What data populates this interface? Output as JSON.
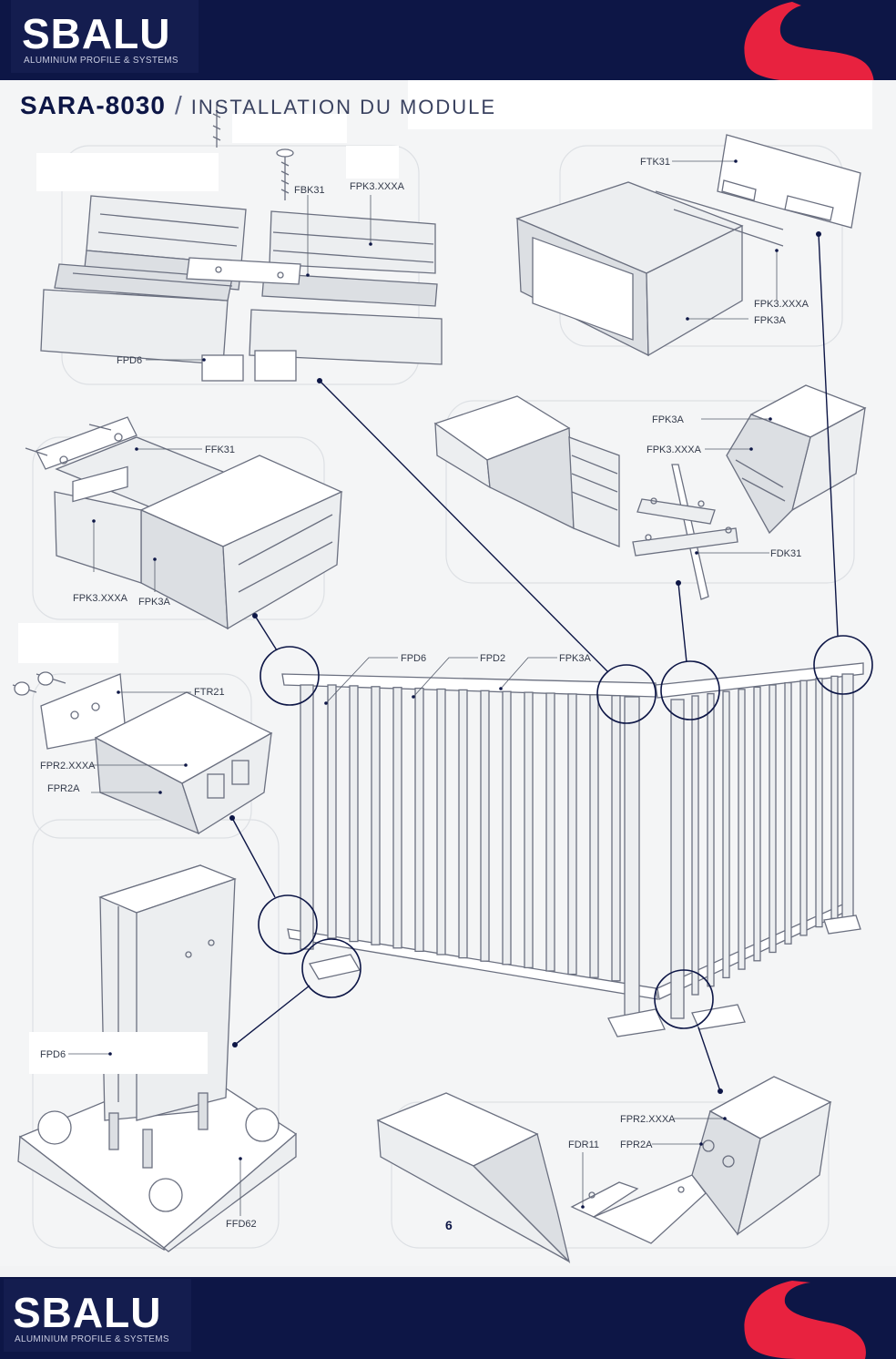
{
  "brand": {
    "name": "SBALU",
    "tagline": "ALUMINIUM PROFILE & SYSTEMS",
    "navy": "#0d1646",
    "red": "#e8223f"
  },
  "header": {
    "model": "SARA-8030",
    "separator": "/",
    "subtitle": "INSTALLATION DU MODULE"
  },
  "labels": {
    "fbk31": "FBK31",
    "fpk3xxxa": "FPK3.XXXA",
    "fpd6": "FPD6",
    "ftk31": "FTK31",
    "fpk3a": "FPK3A",
    "ffk31": "FFK31",
    "fdk31": "FDK31",
    "fpd2": "FPD2",
    "ftr21": "FTR21",
    "fpr2xxxa": "FPR2.XXXA",
    "fpr2a": "FPR2A",
    "fdr11": "FDR11",
    "ffd62": "FFD62"
  },
  "page_number": "6"
}
